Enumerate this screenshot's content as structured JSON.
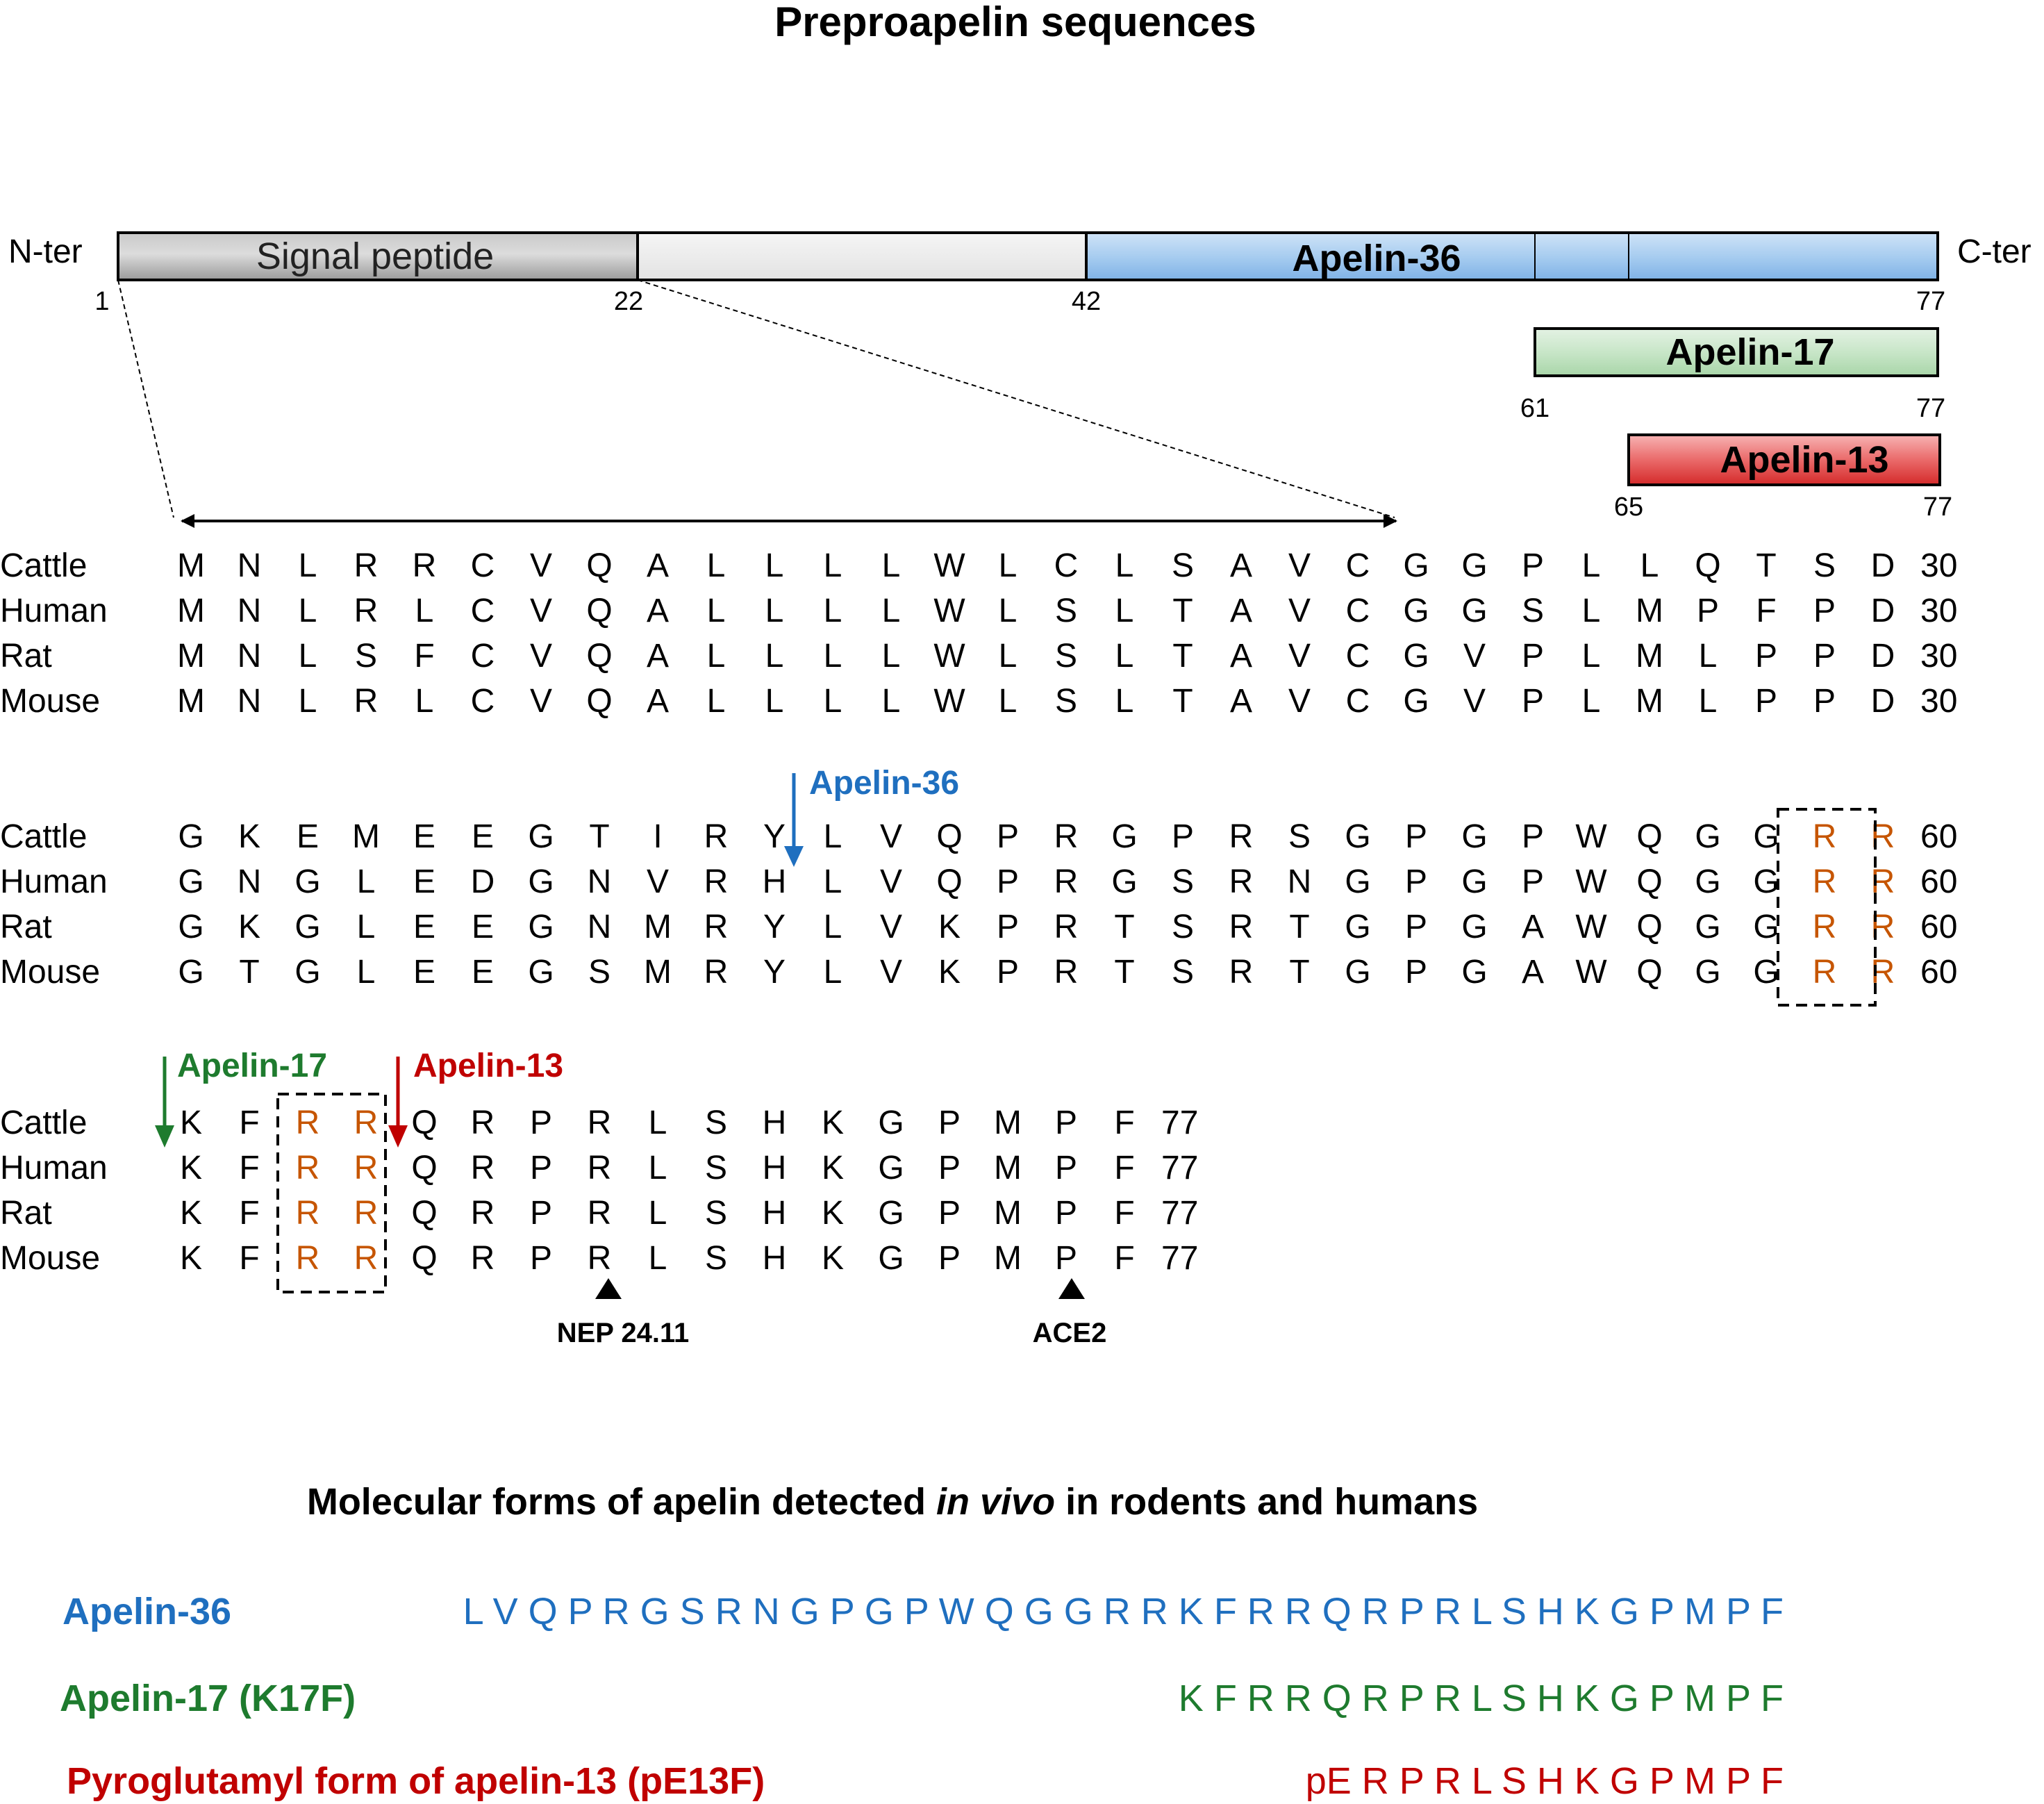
{
  "title": "Preproapelin sequences",
  "colors": {
    "apelin36": "#1f6fbf",
    "apelin17": "#1e7b2e",
    "apelin13": "#c00000",
    "rr": "#c65500"
  },
  "bar": {
    "n_ter": "N-ter",
    "c_ter": "C-ter",
    "signal_peptide": "Signal peptide",
    "apelin36_label": "Apelin-36",
    "apelin17_label": "Apelin-17",
    "apelin13_label": "Apelin-13",
    "pos_1": "1",
    "pos_22": "22",
    "pos_42": "42",
    "pos_77": "77",
    "pos_61": "61",
    "pos_65": "65"
  },
  "alignment": [
    {
      "end": "30",
      "rows": [
        {
          "species": "Cattle",
          "residues": [
            "M",
            "N",
            "L",
            "R",
            "R",
            "C",
            "V",
            "Q",
            "A",
            "L",
            "L",
            "L",
            "L",
            "W",
            "L",
            "C",
            "L",
            "S",
            "A",
            "V",
            "C",
            "G",
            "G",
            "P",
            "L",
            "L",
            "Q",
            "T",
            "S",
            "D"
          ]
        },
        {
          "species": "Human",
          "residues": [
            "M",
            "N",
            "L",
            "R",
            "L",
            "C",
            "V",
            "Q",
            "A",
            "L",
            "L",
            "L",
            "L",
            "W",
            "L",
            "S",
            "L",
            "T",
            "A",
            "V",
            "C",
            "G",
            "G",
            "S",
            "L",
            "M",
            "P",
            "F",
            "P",
            "D"
          ]
        },
        {
          "species": "Rat",
          "residues": [
            "M",
            "N",
            "L",
            "S",
            "F",
            "C",
            "V",
            "Q",
            "A",
            "L",
            "L",
            "L",
            "L",
            "W",
            "L",
            "S",
            "L",
            "T",
            "A",
            "V",
            "C",
            "G",
            "V",
            "P",
            "L",
            "M",
            "L",
            "P",
            "P",
            "D"
          ]
        },
        {
          "species": "Mouse",
          "residues": [
            "M",
            "N",
            "L",
            "R",
            "L",
            "C",
            "V",
            "Q",
            "A",
            "L",
            "L",
            "L",
            "L",
            "W",
            "L",
            "S",
            "L",
            "T",
            "A",
            "V",
            "C",
            "G",
            "V",
            "P",
            "L",
            "M",
            "L",
            "P",
            "P",
            "D"
          ]
        }
      ]
    },
    {
      "end": "60",
      "rows": [
        {
          "species": "Cattle",
          "residues": [
            "G",
            "K",
            "E",
            "M",
            "E",
            "E",
            "G",
            "T",
            "I",
            "R",
            "Y",
            "L",
            "V",
            "Q",
            "P",
            "R",
            "G",
            "P",
            "R",
            "S",
            "G",
            "P",
            "G",
            "P",
            "W",
            "Q",
            "G",
            "G",
            "R",
            "R"
          ]
        },
        {
          "species": "Human",
          "residues": [
            "G",
            "N",
            "G",
            "L",
            "E",
            "D",
            "G",
            "N",
            "V",
            "R",
            "H",
            "L",
            "V",
            "Q",
            "P",
            "R",
            "G",
            "S",
            "R",
            "N",
            "G",
            "P",
            "G",
            "P",
            "W",
            "Q",
            "G",
            "G",
            "R",
            "R"
          ]
        },
        {
          "species": "Rat",
          "residues": [
            "G",
            "K",
            "G",
            "L",
            "E",
            "E",
            "G",
            "N",
            "M",
            "R",
            "Y",
            "L",
            "V",
            "K",
            "P",
            "R",
            "T",
            "S",
            "R",
            "T",
            "G",
            "P",
            "G",
            "A",
            "W",
            "Q",
            "G",
            "G",
            "R",
            "R"
          ]
        },
        {
          "species": "Mouse",
          "residues": [
            "G",
            "T",
            "G",
            "L",
            "E",
            "E",
            "G",
            "S",
            "M",
            "R",
            "Y",
            "L",
            "V",
            "K",
            "P",
            "R",
            "T",
            "S",
            "R",
            "T",
            "G",
            "P",
            "G",
            "A",
            "W",
            "Q",
            "G",
            "G",
            "R",
            "R"
          ]
        }
      ]
    },
    {
      "end": "77",
      "rows": [
        {
          "species": "Cattle",
          "residues": [
            "K",
            "F",
            "R",
            "R",
            "Q",
            "R",
            "P",
            "R",
            "L",
            "S",
            "H",
            "K",
            "G",
            "P",
            "M",
            "P",
            "F"
          ]
        },
        {
          "species": "Human",
          "residues": [
            "K",
            "F",
            "R",
            "R",
            "Q",
            "R",
            "P",
            "R",
            "L",
            "S",
            "H",
            "K",
            "G",
            "P",
            "M",
            "P",
            "F"
          ]
        },
        {
          "species": "Rat",
          "residues": [
            "K",
            "F",
            "R",
            "R",
            "Q",
            "R",
            "P",
            "R",
            "L",
            "S",
            "H",
            "K",
            "G",
            "P",
            "M",
            "P",
            "F"
          ]
        },
        {
          "species": "Mouse",
          "residues": [
            "K",
            "F",
            "R",
            "R",
            "Q",
            "R",
            "P",
            "R",
            "L",
            "S",
            "H",
            "K",
            "G",
            "P",
            "M",
            "P",
            "F"
          ]
        }
      ]
    }
  ],
  "cleavage": {
    "apelin36": "Apelin-36",
    "apelin17": "Apelin-17",
    "apelin13": "Apelin-13",
    "nep": "NEP 24.11",
    "ace2": "ACE2"
  },
  "forms": {
    "title_pre": "Molecular forms of apelin detected ",
    "title_em": "in vivo",
    "title_post": " in rodents and humans",
    "items": [
      {
        "label": "Apelin-36",
        "sequence": "L V Q P R G S R N G P G P W Q G G R R K F R R Q R P R L S H K G P M P F"
      },
      {
        "label": "Apelin-17 (K17F)",
        "sequence": "K F R R Q R P R L S H K G P M P F"
      },
      {
        "label": "Pyroglutamyl form of apelin-13 (pE13F)",
        "sequence": "pE R P R L S H K G P M P F"
      }
    ]
  }
}
